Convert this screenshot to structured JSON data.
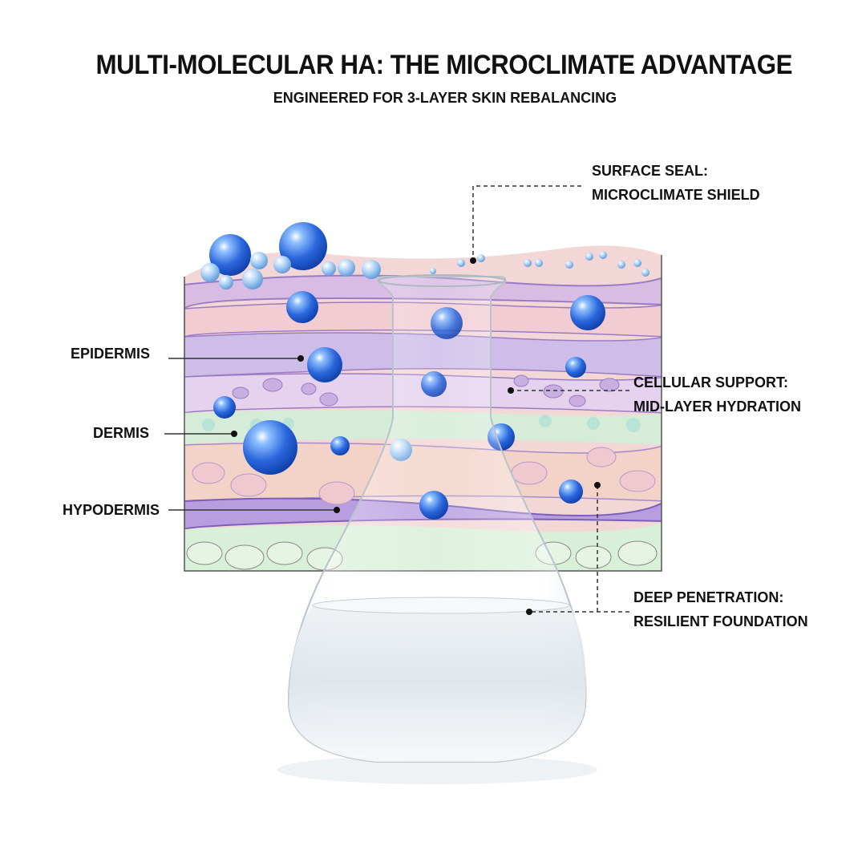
{
  "header": {
    "title": "MULTI-MOLECULAR HA: THE MICROCLIMATE ADVANTAGE",
    "subtitle": "ENGINEERED FOR 3-LAYER SKIN REBALANCING"
  },
  "left_labels": {
    "epidermis": "EPIDERMIS",
    "dermis": "DERMIS",
    "hypodermis": "HYPODERMIS"
  },
  "right_callouts": {
    "surface": {
      "line1": "SURFACE SEAL:",
      "line2": "MICROCLIMATE SHIELD"
    },
    "cellular": {
      "line1": "CELLULAR SUPPORT:",
      "line2": "MID-LAYER HYDRATION"
    },
    "deep": {
      "line1": "DEEP PENETRATION:",
      "line2": "RESILIENT FOUNDATION"
    }
  },
  "colors": {
    "ha_blue": "#1f5fd6",
    "skin_pink": "#f3cfd0",
    "skin_purple": "#c6b0e0",
    "dermis_green": "#d4ecd8",
    "hypodermis_green": "#d8efd8"
  }
}
